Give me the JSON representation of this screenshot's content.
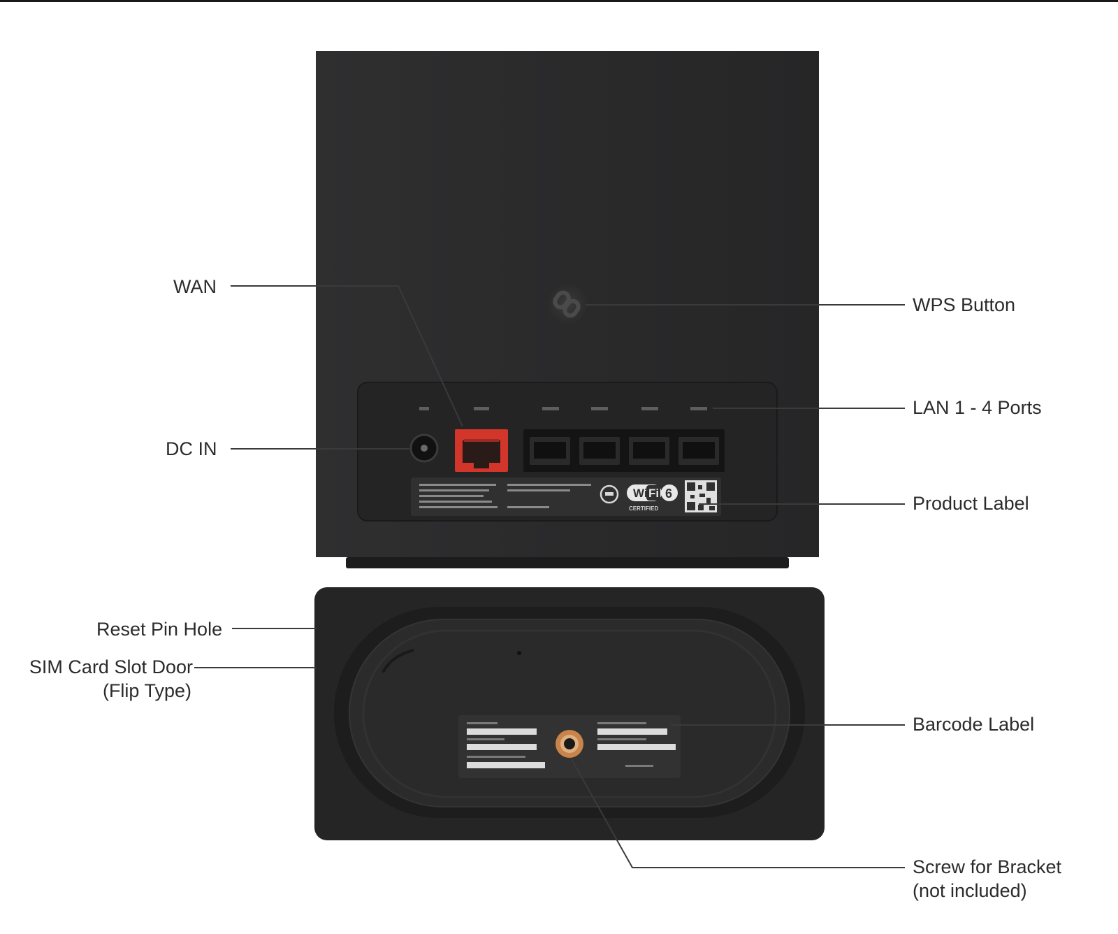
{
  "labels": {
    "wan": "WAN",
    "dc_in": "DC IN",
    "reset_pin_hole": "Reset Pin Hole",
    "sim_card_slot_door": "SIM Card Slot Door",
    "sim_card_slot_door_note": "(Flip Type)",
    "wps_button": "WPS Button",
    "lan_ports": "LAN 1 - 4 Ports",
    "product_label": "Product Label",
    "barcode_label": "Barcode Label",
    "screw_for_bracket": "Screw for Bracket",
    "screw_for_bracket_note": "(not included)"
  },
  "device_markings": {
    "wifi_badge_text": "Wi",
    "wifi_badge_text2": "Fi",
    "wifi_badge_number": "6",
    "certified_text": "CERTIFIED"
  },
  "colors": {
    "device_body": "#2a2a2b",
    "wan_port": "#d2352a",
    "screw_ring": "#c8844a",
    "leader_line": "#3a3a3a"
  }
}
